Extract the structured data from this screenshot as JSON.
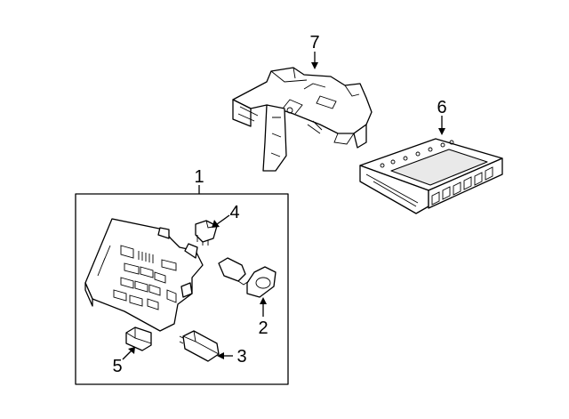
{
  "callouts": {
    "c1": "1",
    "c2": "2",
    "c3": "3",
    "c4": "4",
    "c5": "5",
    "c6": "6",
    "c7": "7"
  },
  "parts": [
    {
      "ref": "1",
      "icon": "fuse-box-icon"
    },
    {
      "ref": "2",
      "icon": "relay-socket-icon"
    },
    {
      "ref": "3",
      "icon": "relay-icon"
    },
    {
      "ref": "4",
      "icon": "fuse-icon"
    },
    {
      "ref": "5",
      "icon": "mini-relay-icon"
    },
    {
      "ref": "6",
      "icon": "control-module-icon"
    },
    {
      "ref": "7",
      "icon": "mounting-bracket-icon"
    }
  ],
  "colors": {
    "line": "#000000",
    "background": "#ffffff"
  }
}
